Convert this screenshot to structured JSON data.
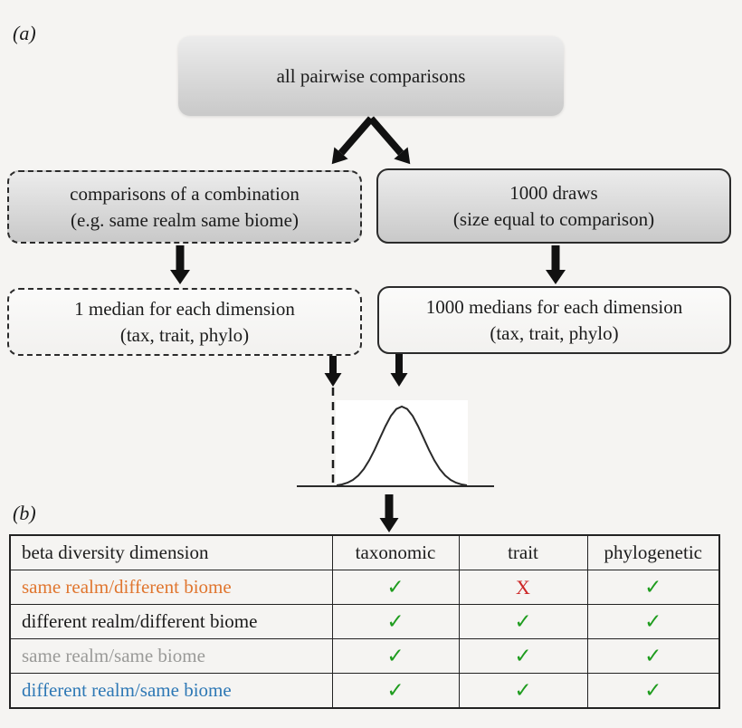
{
  "figure": {
    "panel_a_label": "(a)",
    "panel_b_label": "(b)"
  },
  "flowchart": {
    "all_pairwise": "all pairwise comparisons",
    "combination_line1": "comparisons of a combination",
    "combination_line2": "(e.g. same realm same biome)",
    "draws_line1": "1000 draws",
    "draws_line2": "(size equal to comparison)",
    "median_line1": "1 median for each dimension",
    "median_line2": "(tax, trait, phylo)",
    "medians_line1": "1000 medians for each dimension",
    "medians_line2": "(tax, trait, phylo)",
    "distribution": "normal-distribution-of-1000-medians-with-observed-median-dashed-line"
  },
  "table": {
    "headers": [
      "beta diversity dimension",
      "taxonomic",
      "trait",
      "phylogenetic"
    ],
    "rows": [
      {
        "label": "same realm/different biome",
        "label_color": "#e0762f",
        "cells": [
          {
            "mark": "✓",
            "color": "#1e9c1e"
          },
          {
            "mark": "X",
            "color": "#cd2727"
          },
          {
            "mark": "✓",
            "color": "#1e9c1e"
          }
        ]
      },
      {
        "label": "different realm/different biome",
        "label_color": "#1a1a1a",
        "cells": [
          {
            "mark": "✓",
            "color": "#1e9c1e"
          },
          {
            "mark": "✓",
            "color": "#1e9c1e"
          },
          {
            "mark": "✓",
            "color": "#1e9c1e"
          }
        ]
      },
      {
        "label": "same realm/same biome",
        "label_color": "#9a9a98",
        "cells": [
          {
            "mark": "✓",
            "color": "#1e9c1e"
          },
          {
            "mark": "✓",
            "color": "#1e9c1e"
          },
          {
            "mark": "✓",
            "color": "#1e9c1e"
          }
        ]
      },
      {
        "label": "different realm/same biome",
        "label_color": "#2e78b5",
        "cells": [
          {
            "mark": "✓",
            "color": "#1e9c1e"
          },
          {
            "mark": "✓",
            "color": "#1e9c1e"
          },
          {
            "mark": "✓",
            "color": "#1e9c1e"
          }
        ]
      }
    ]
  },
  "colors": {
    "background": "#f5f4f2",
    "check_green": "#1e9c1e",
    "cross_red": "#cd2727",
    "orange_row": "#e0762f",
    "gray_row": "#9a9a98",
    "blue_row": "#2e78b5"
  }
}
